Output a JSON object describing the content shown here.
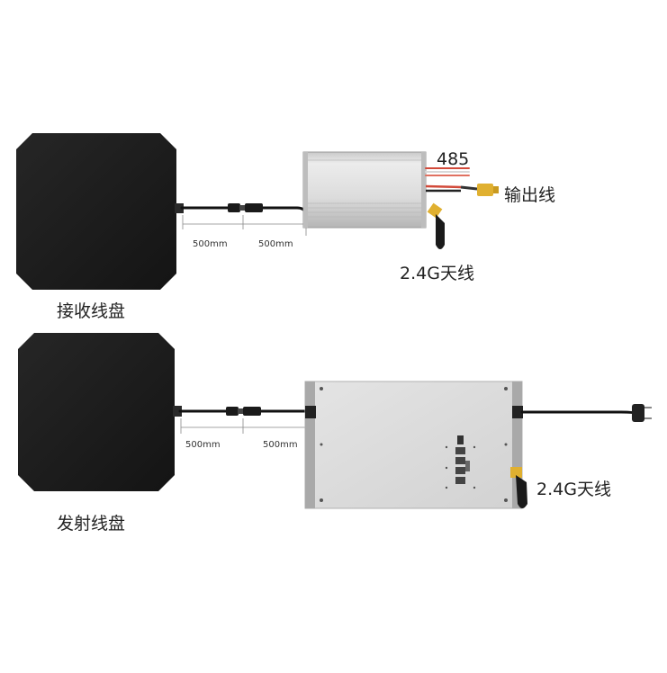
{
  "receiver": {
    "coil_label": "接收线盘",
    "cable_segment_1": "500mm",
    "cable_segment_2": "500mm",
    "rs485_label": "485",
    "output_label": "输出线",
    "antenna_label": "2.4G天线"
  },
  "transmitter": {
    "coil_label": "发射线盘",
    "cable_segment_1": "500mm",
    "cable_segment_2": "500mm",
    "antenna_label": "2.4G天线"
  },
  "colors": {
    "coil": "#1c1c1c",
    "cable": "#111111",
    "box_body": "#d9d9d9",
    "box_edge": "#a9a9a9",
    "connector": "#e0b030",
    "wire_red": "#d24a3a",
    "wire_white": "#f2f2f2"
  }
}
